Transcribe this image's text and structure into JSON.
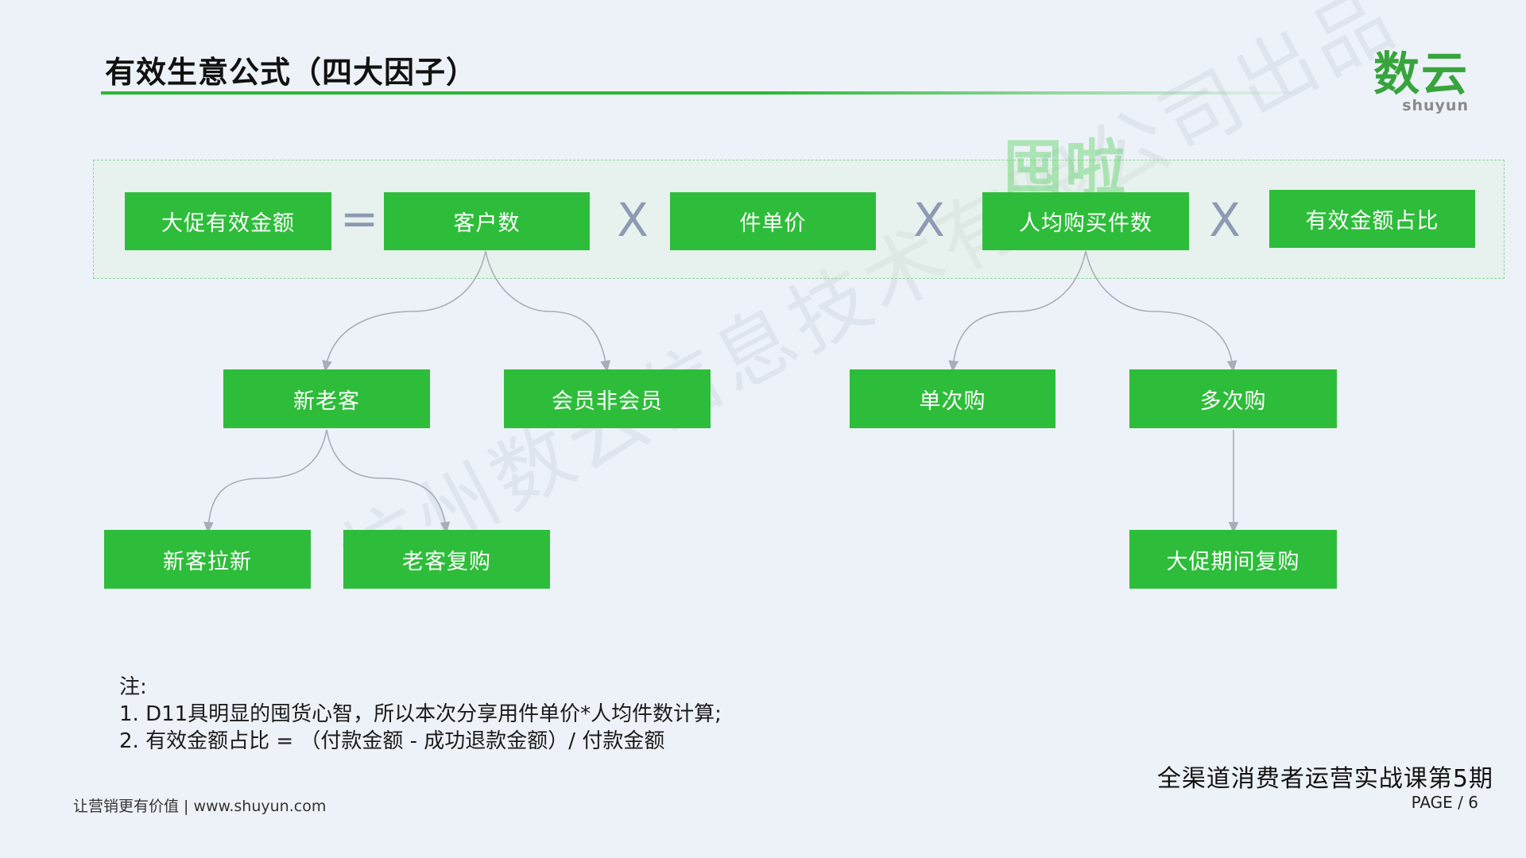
{
  "header": {
    "title": "有效生意公式（四大因子）",
    "logo_main": "数云",
    "logo_sub": "shuyun"
  },
  "stamp_text": "囤啦",
  "watermark_text": "杭州数云信息技术有限公司出品",
  "formula": {
    "result": "大促有效金额",
    "equals": "=",
    "times": "X",
    "factors": [
      "客户数",
      "件单价",
      "人均购买件数",
      "有效金额占比"
    ]
  },
  "tree": {
    "customers_children": [
      "新老客",
      "会员非会员"
    ],
    "new_old_children": [
      "新客拉新",
      "老客复购"
    ],
    "per_capita_children": [
      "单次购",
      "多次购"
    ],
    "multi_children": [
      "大促期间复购"
    ]
  },
  "notes": {
    "heading": "注:",
    "line1": "1.  D11具明显的囤货心智，所以本次分享用件单价*人均件数计算;",
    "line2": "2.  有效金额占比 =  （付款金额 -  成功退款金额）/ 付款金额"
  },
  "footer": {
    "slogan": "让营销更有价值  |  www.shuyun.com",
    "course": "全渠道消费者运营实战课第5期",
    "page_label": "PAGE /      6"
  },
  "colors": {
    "box_green": "#2ebd3a",
    "background": "#edf2f8",
    "operator": "#8e9ab3",
    "connector": "#a9adb6"
  }
}
